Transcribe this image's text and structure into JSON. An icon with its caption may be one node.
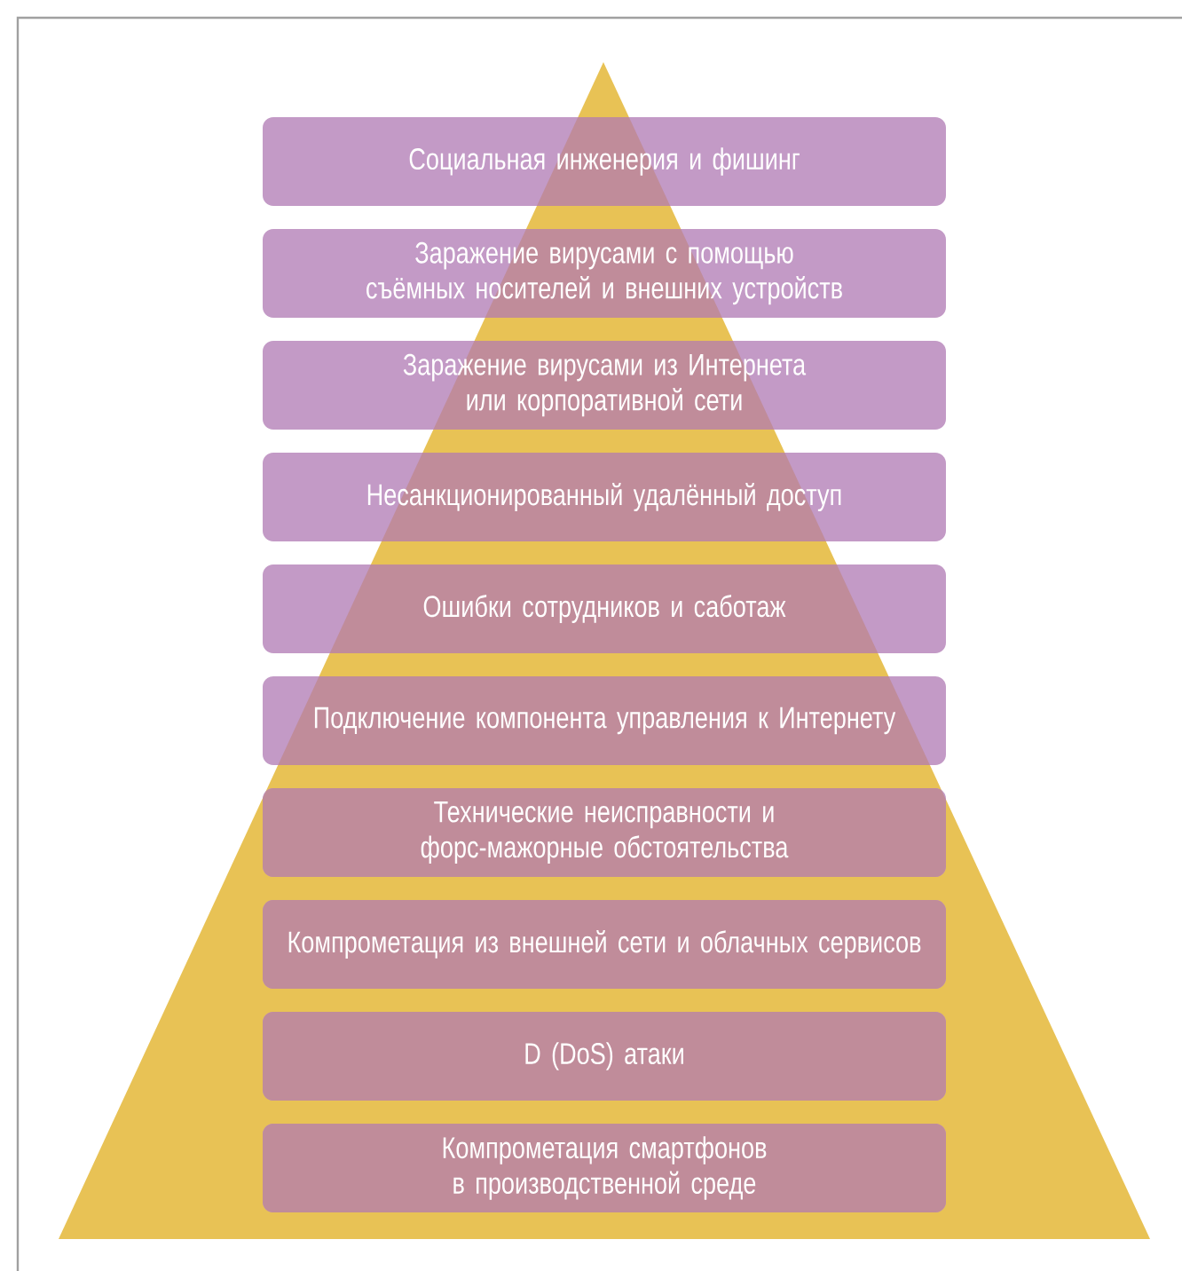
{
  "diagram": {
    "nodes": [
      {
        "text": [
          "Социальная инженерия и фишинг"
        ]
      },
      {
        "text": [
          "Заражение вирусами с помощью съёмных носителей и внешних устройств"
        ]
      },
      {
        "text": [
          "Заражение вирусами из Интернета или корпоративной сети"
        ]
      },
      {
        "text": [
          "Несанкционированный удалённый доступ"
        ]
      },
      {
        "text": [
          "Ошибки сотрудников и саботаж"
        ]
      },
      {
        "text": [
          "Подключение компонента управления к Интернету"
        ]
      },
      {
        "text": [
          "Технические неисправности и форс-мажорные обстоятельства"
        ]
      },
      {
        "text": [
          "Компрометация из внешней сети и облачных сервисов"
        ]
      },
      {
        "text": [
          "D (DoS) атаки"
        ]
      },
      {
        "text": [
          "Компрометация смартфонов в производственной среде"
        ]
      }
    ]
  }
}
